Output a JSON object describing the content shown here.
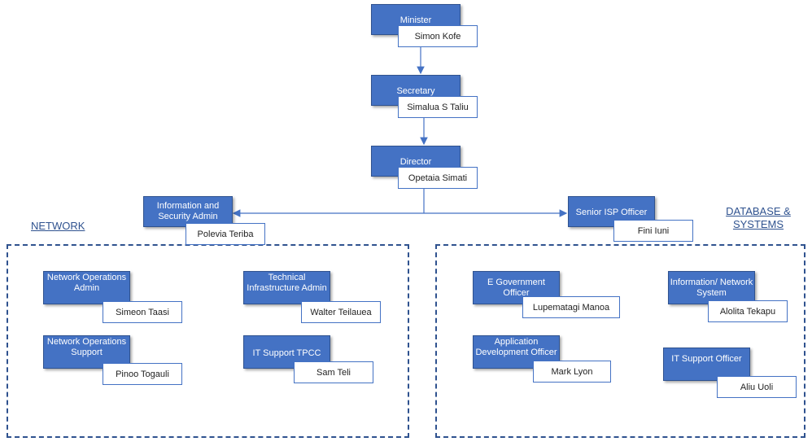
{
  "groups": {
    "network": "NETWORK",
    "database_systems_line1": "DATABASE &",
    "database_systems_line2": "SYSTEMS"
  },
  "nodes": {
    "minister": {
      "title": "Minister",
      "name": "Simon Kofe"
    },
    "secretary": {
      "title": "Secretary",
      "name": "Simalua S Taliu"
    },
    "director": {
      "title": "Director",
      "name": "Opetaia Simati"
    },
    "info_security": {
      "title": "Information and Security Admin",
      "name": "Polevia Teriba"
    },
    "senior_isp": {
      "title": "Senior ISP Officer",
      "name": "Fini Iuni"
    },
    "net_ops_admin": {
      "title": "Network Operations Admin",
      "name": "Simeon Taasi"
    },
    "tech_infra_admin": {
      "title": "Technical Infrastructure Admin",
      "name": "Walter Teilauea"
    },
    "net_ops_support": {
      "title": "Network Operations Support",
      "name": "Pinoo Togauli"
    },
    "it_support_tpcc": {
      "title": "IT Support TPCC",
      "name": "Sam Teli"
    },
    "e_gov_officer": {
      "title": "E Government Officer",
      "name": "Lupematagi Manoa"
    },
    "info_network_system": {
      "title": "Information/ Network System",
      "name": "Alolita Tekapu"
    },
    "app_dev_officer": {
      "title": "Application Development Officer",
      "name": "Mark Lyon"
    },
    "it_support_officer": {
      "title": "IT Support Officer",
      "name": "Aliu Uoli"
    }
  },
  "colors": {
    "box": "#4472c4",
    "border": "#2f528f",
    "line": "#4472c4"
  }
}
